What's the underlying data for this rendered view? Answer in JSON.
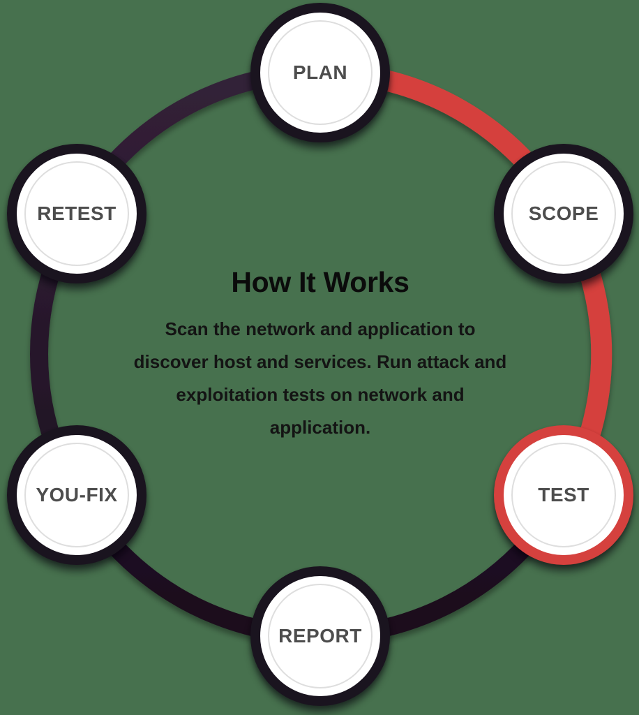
{
  "colors": {
    "background": "#47714E",
    "accent-red": "#D5413E",
    "arc-dark-top": "#332138",
    "arc-dark-bottom": "#1A0E1D",
    "node-ring": "#1A141F",
    "node-fill": "#FFFFFF",
    "node-inner-ring": "#DEDEDE",
    "node-label": "#4D4D4D",
    "title-color": "#0B0B0B",
    "body-color": "#141414"
  },
  "center": {
    "title": "How It Works",
    "description": "Scan the network and application to discover host and services. Run attack and exploitation tests on network and application."
  },
  "cycle": {
    "highlighted_step": "TEST",
    "nodes": [
      {
        "label": "PLAN",
        "highlighted": false
      },
      {
        "label": "SCOPE",
        "highlighted": false
      },
      {
        "label": "TEST",
        "highlighted": true
      },
      {
        "label": "REPORT",
        "highlighted": false
      },
      {
        "label": "YOU-FIX",
        "highlighted": false
      },
      {
        "label": "RETEST",
        "highlighted": false
      }
    ]
  }
}
